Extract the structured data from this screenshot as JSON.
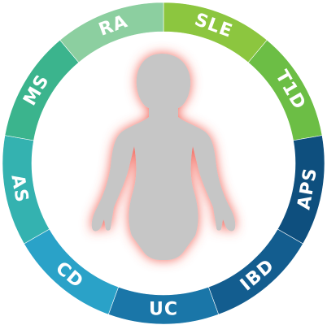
{
  "ring": {
    "segments": [
      {
        "label": "SLE",
        "color": "#8cc63f"
      },
      {
        "label": "T1D",
        "color": "#6cbe45"
      },
      {
        "label": "APS",
        "color": "#0e4f7e"
      },
      {
        "label": "IBD",
        "color": "#135d8f"
      },
      {
        "label": "UC",
        "color": "#1a76a8"
      },
      {
        "label": "CD",
        "color": "#2aa2c8"
      },
      {
        "label": "AS",
        "color": "#34b2b0"
      },
      {
        "label": "MS",
        "color": "#3bb48d"
      },
      {
        "label": "RA",
        "color": "#8ccfa0"
      }
    ],
    "divider_color": "#ffffff"
  },
  "figure": {
    "body_color": "#c6c6c6",
    "glow_color": "#f04a3c"
  }
}
